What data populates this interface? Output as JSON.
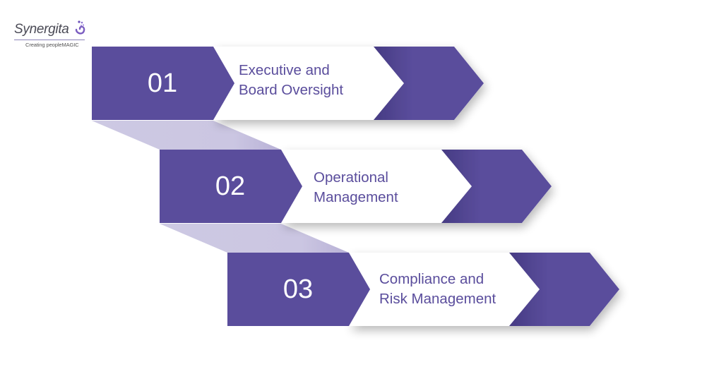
{
  "logo": {
    "name": "Synergita",
    "tagline": "Creating peopleMAGIC"
  },
  "colors": {
    "primary": "#5a4d9c",
    "connector": "#cdc9e3",
    "text_accent": "#5a4d9c",
    "background": "#ffffff"
  },
  "steps": [
    {
      "number": "01",
      "line1": "Executive and",
      "line2": "Board Oversight"
    },
    {
      "number": "02",
      "line1": "Operational",
      "line2": "Management"
    },
    {
      "number": "03",
      "line1": "Compliance and",
      "line2": "Risk Management"
    }
  ]
}
